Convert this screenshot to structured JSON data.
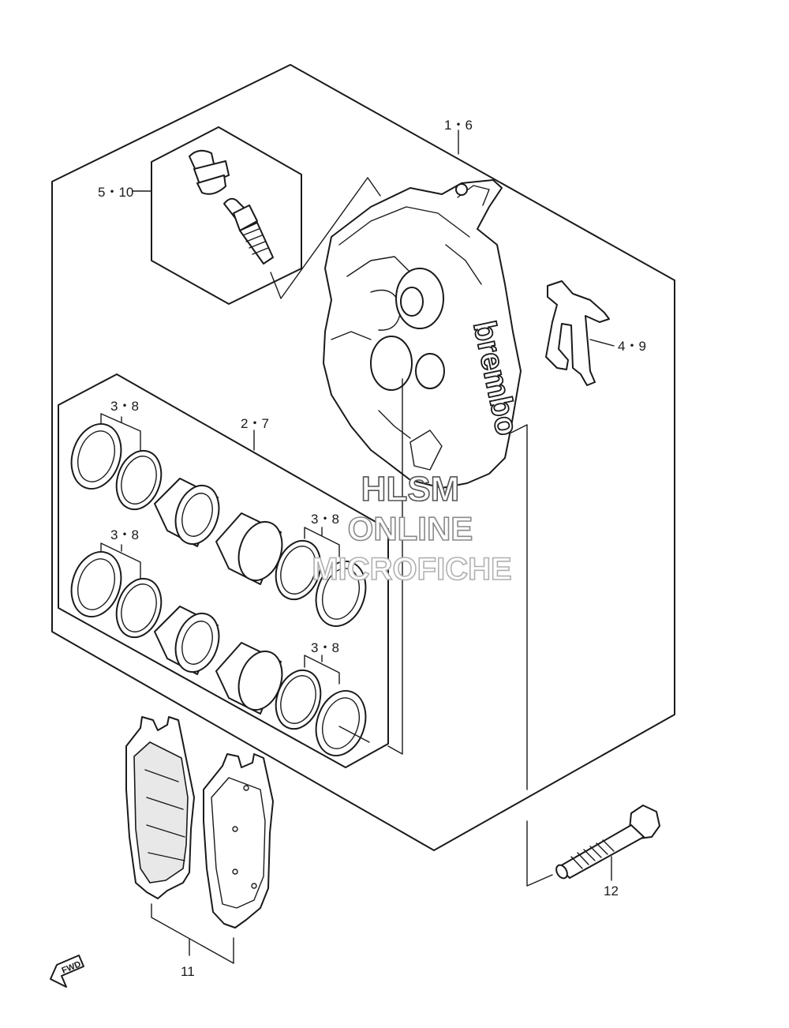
{
  "labels": {
    "caliper_assy": "1・6",
    "bleeder_set": "5・10",
    "pad_spring": "4・9",
    "piston_set": "2・7",
    "seal_top_left": "3・8",
    "seal_mid_left": "3・8",
    "seal_mid_right": "3・8",
    "seal_bottom_right": "3・8",
    "pad_set": "11",
    "bolt": "12"
  },
  "caliper_brand": "brembo",
  "direction_marker": "FWD",
  "watermark": {
    "line1": "HLSM",
    "line2": "ONLINE",
    "line3": "MICROFICHE"
  }
}
